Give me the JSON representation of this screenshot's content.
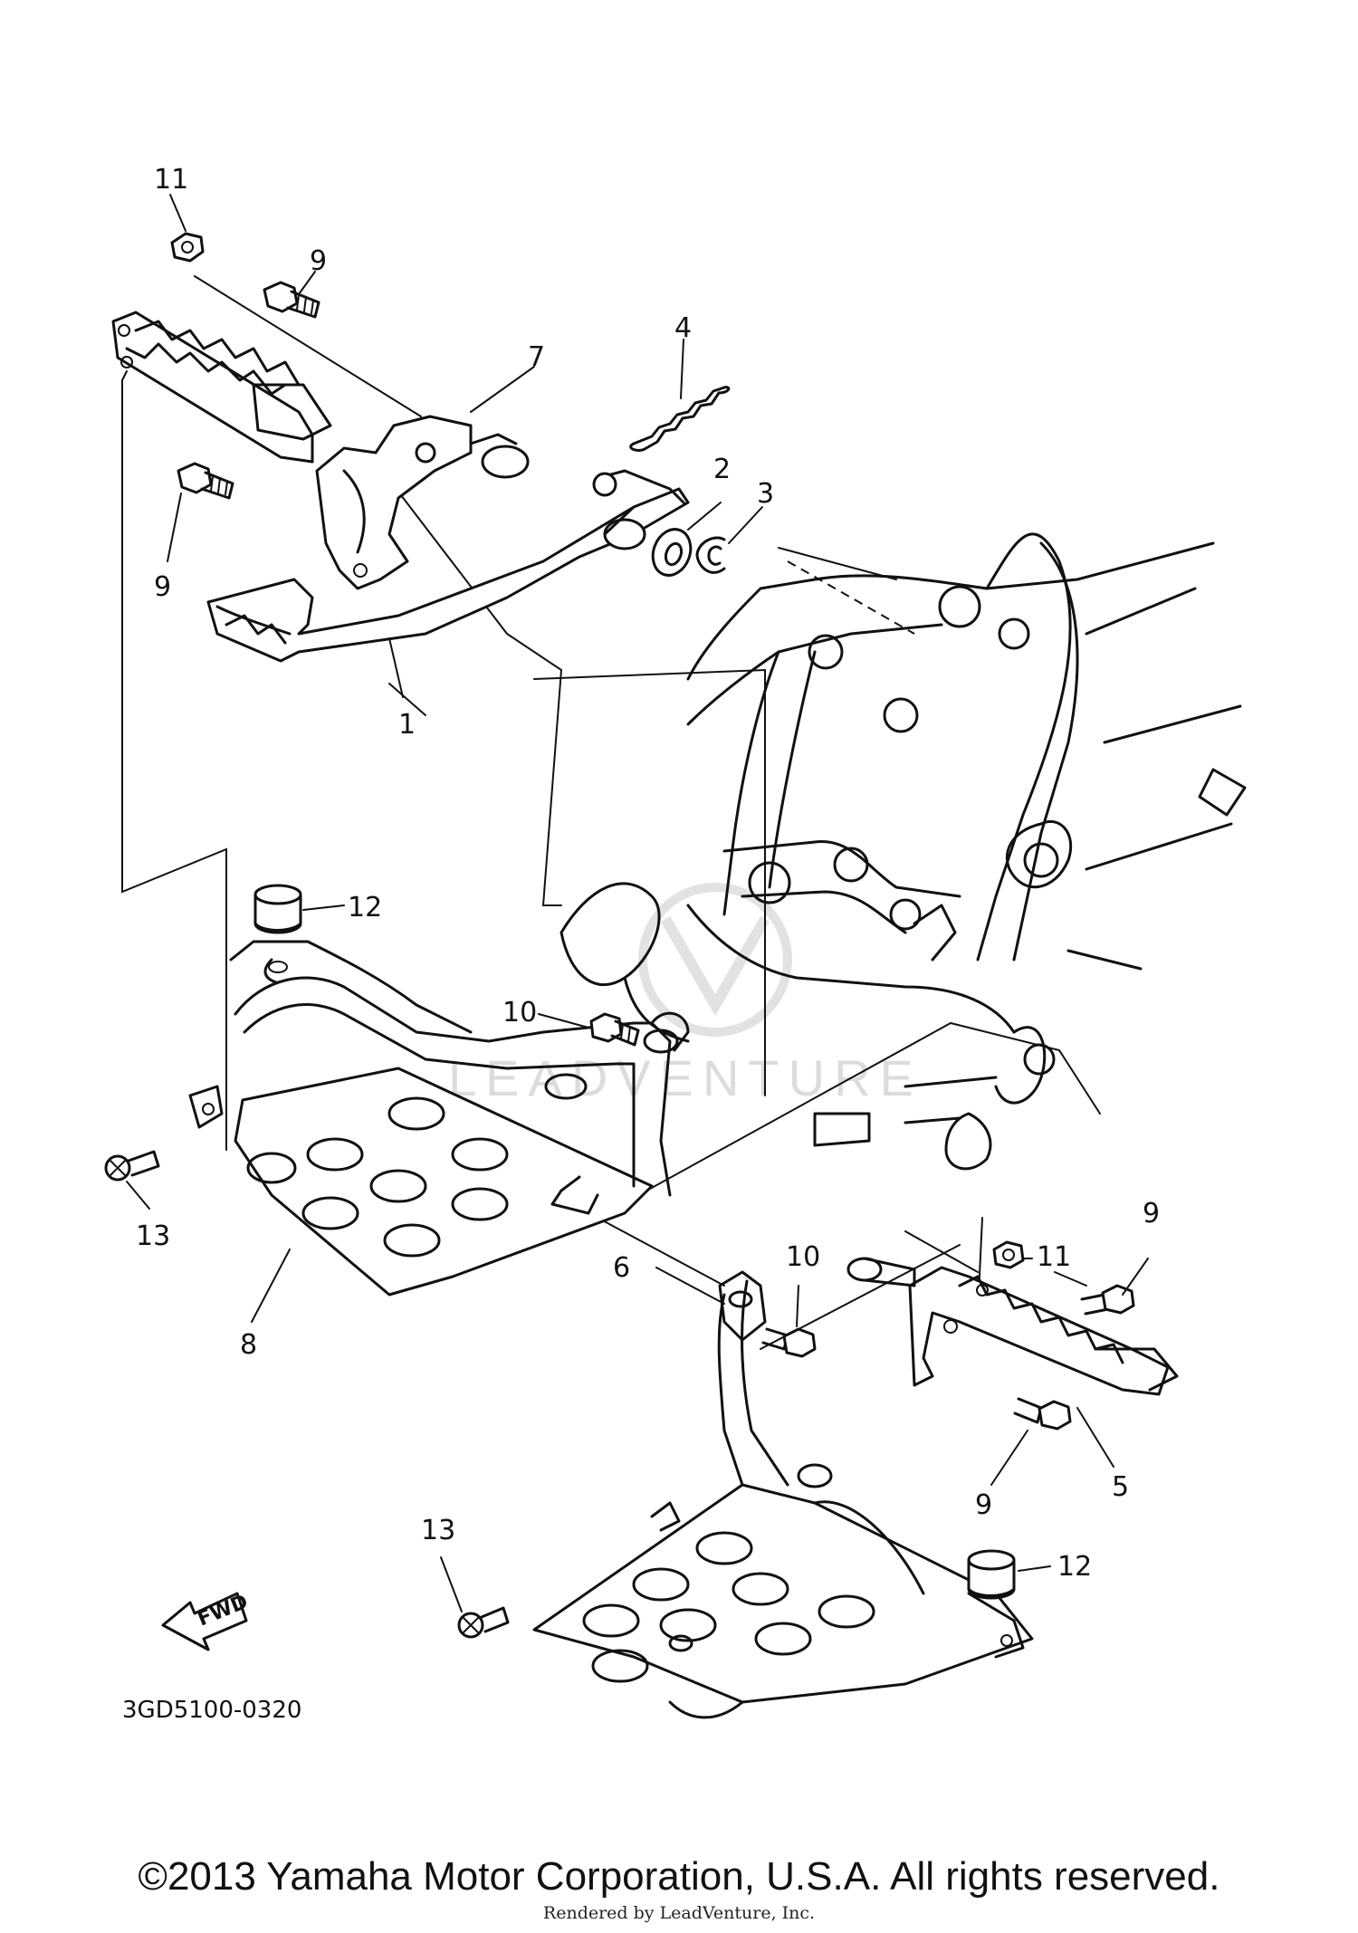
{
  "diagram": {
    "code": "3GD5100-0320",
    "fwd_label": "FWD",
    "watermark": "LEADVENTURE",
    "callouts": [
      "1",
      "2",
      "3",
      "4",
      "5",
      "6",
      "7",
      "8",
      "9",
      "9",
      "9",
      "9",
      "10",
      "10",
      "11",
      "11",
      "12",
      "12",
      "13",
      "13"
    ]
  },
  "footer": {
    "copyright": "©2013 Yamaha Motor Corporation, U.S.A. All rights reserved.",
    "rendered_by": "Rendered by LeadVenture, Inc."
  }
}
